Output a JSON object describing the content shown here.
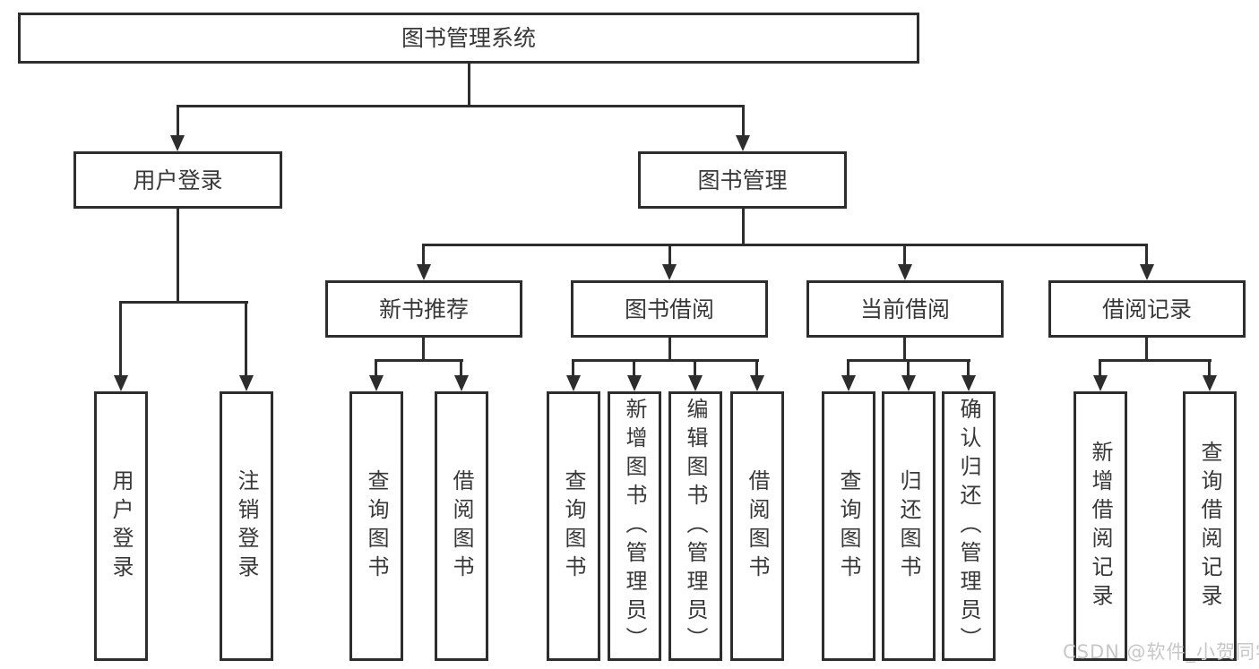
{
  "diagram": {
    "root": {
      "label": "图书管理系统"
    },
    "level2": [
      {
        "label": "用户登录"
      },
      {
        "label": "图书管理"
      }
    ],
    "level3": [
      {
        "label": "新书推荐"
      },
      {
        "label": "图书借阅"
      },
      {
        "label": "当前借阅"
      },
      {
        "label": "借阅记录"
      }
    ],
    "leaves": {
      "login": [
        {
          "label": "用户登录"
        },
        {
          "label": "注销登录"
        }
      ],
      "newbook": [
        {
          "label": "查询图书"
        },
        {
          "label": "借阅图书"
        }
      ],
      "borrow": [
        {
          "label": "查询图书"
        },
        {
          "label": "新增图书（管理员）"
        },
        {
          "label": "编辑图书（管理员）"
        },
        {
          "label": "借阅图书"
        }
      ],
      "current": [
        {
          "label": "查询图书"
        },
        {
          "label": "归还图书"
        },
        {
          "label": "确认归还（管理员）"
        }
      ],
      "records": [
        {
          "label": "新增借阅记录"
        },
        {
          "label": "查询借阅记录"
        }
      ]
    }
  },
  "watermark": {
    "text": "CSDN @软件_小贺同学"
  },
  "colors": {
    "line": "#2d2d2d",
    "text": "#383838",
    "box_background": "#ffffff",
    "watermark": "#c7c7c7"
  }
}
